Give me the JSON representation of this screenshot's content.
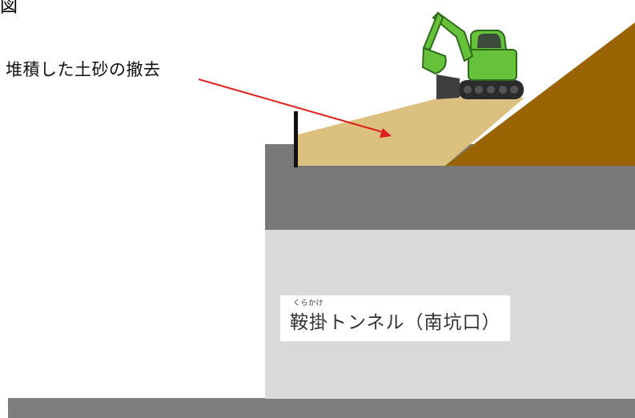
{
  "figure": {
    "top_fragment": "図",
    "callout_label": "堆積した土砂の撤去",
    "tunnel_name_ruby": "くらかけ",
    "tunnel_name": "鞍掛トンネル（南坑口）"
  },
  "colors": {
    "road": "#7d7d7d",
    "portal_band": "#787878",
    "tunnel_face": "#d9d9d9",
    "sediment": "#dcc07f",
    "slope": "#9a6405",
    "arrow": "#e02020",
    "excavator_body": "#66c23a",
    "excavator_track": "#2b2b2b"
  },
  "icons": {
    "excavator": "excavator-icon",
    "fence": "fence-post"
  }
}
